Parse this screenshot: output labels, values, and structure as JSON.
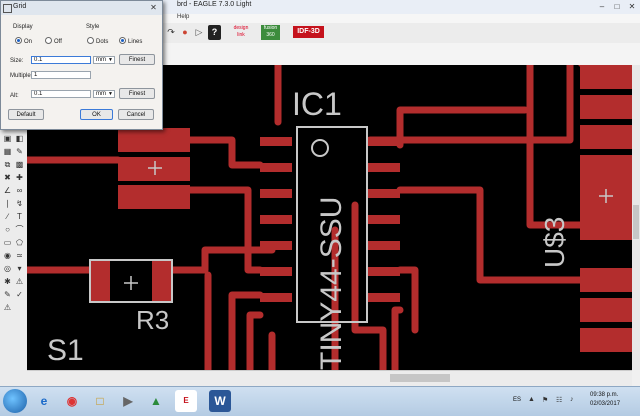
{
  "window": {
    "title": "brd - EAGLE 7.3.0 Light"
  },
  "menu": {
    "help": "Help"
  },
  "toolbar": {
    "design_label": "design link",
    "fusion_label": "fusion 360",
    "idf_label": "IDF-3D"
  },
  "grid_dialog": {
    "title": "Grid",
    "display": {
      "label": "Display",
      "on": "On",
      "off": "Off",
      "selected": "On"
    },
    "style": {
      "label": "Style",
      "dots": "Dots",
      "lines": "Lines",
      "selected": "Lines"
    },
    "size": {
      "label": "Size:",
      "value": "0.1",
      "unit": "mm",
      "finest": "Finest"
    },
    "multiple": {
      "label": "Multiple:",
      "value": "1"
    },
    "alt": {
      "label": "Alt:",
      "value": "0.1",
      "unit": "mm",
      "finest": "Finest"
    },
    "buttons": {
      "default": "Default",
      "ok": "OK",
      "cancel": "Cancel"
    }
  },
  "board": {
    "labels": {
      "ic1": "IC1",
      "ic_part": "TINY44-SSU",
      "r3": "R3",
      "us3": "U$3",
      "s1": "S1"
    },
    "colors": {
      "trace": "#b32d2d",
      "silkscreen": "#c8c8c8",
      "background": "#000000"
    }
  },
  "taskbar": {
    "language": "ES",
    "time": "09:38 p.m.",
    "date": "02/03/2017"
  }
}
